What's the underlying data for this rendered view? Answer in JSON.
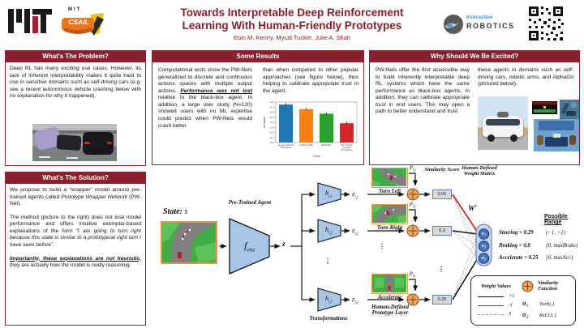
{
  "header": {
    "title_line1": "Towards Interpretable Deep Reinforcement",
    "title_line2": "Learning With Human-Friendly Prototypes",
    "authors": "Eoin M. Kenny, Mycal Tucker, Julie A. Shah",
    "csail": {
      "mit": "MIT",
      "csail": "CSAIL"
    },
    "robotics": {
      "line1": "Interactive",
      "line2": "ROBOTICS"
    }
  },
  "problem": {
    "title": "What's The Problem?",
    "body": "Deep RL has many exciting use cases. However, its lack of inherent interpretability makes it quite hard to use in sensitive domains such as self-driving cars (e.g. see a recent autonomous vehicle crashing below with no explanation for why it happened)."
  },
  "solution": {
    "title": "What's The Solution?",
    "p1_pre": "We propose to build a “wrapper” model around pre-trained agents called ",
    "p1_italic": "Prototype Wrapper Network",
    "p1_post": " (PW-Net).",
    "p2_pre": "The method (picture to the right) does not lose model performance and offers intuitive exemplar-based explanations of the form ",
    "p2_quote": "“I am going to turn right because this state is similar to a prototypical right turn I have seen before”.",
    "p3_bold": "Importantly, these explanations are not heuristic,",
    "p3_rest": " they are actually how the model is really reasoning."
  },
  "results": {
    "title": "Some Results",
    "col1_pre": "Computational tests show the PW-Nets generalized to discrete and continuous actions spaces with multiple output actions. ",
    "col1_bold": "Performance was not lost",
    "col1_post": " relative to the black-box agent. In addition, a large user study (N=120) showed users with no ML expertise could predict when PW-Nets would crash better",
    "col2_pre": "than when compared to other popular approaches (see figure below), thus helping to calibrate ",
    "col2_italic": "appropriate",
    "col2_post": " trust in the agent."
  },
  "excited": {
    "title": "Why Should We Be Excited?",
    "col1_pre": "PW-Nets offer the first accessible way to build inherently interpretable deep RL systems which have the same performance as black-box agents. In addition, they can calibrate ",
    "col1_italic": "appropriate trust",
    "col1_post": " in end users. This may open a path to better understand and trust",
    "col2": "these agents in domains such as self-driving cars, robotic arms, and AlphaGo (pictured below)."
  },
  "chart_data": {
    "type": "bar",
    "title": "",
    "categories": [
      "Human Friendly Prototypes",
      "Training Data",
      "Black Box",
      "Non Human Friendly Prototypes"
    ],
    "values": [
      0.75,
      0.66,
      0.57,
      0.38
    ],
    "errors": [
      0.03,
      0.02,
      0.02,
      0.03
    ],
    "colors": [
      "#1f77b4",
      "#ff7f0e",
      "#2ca02c",
      "#d62728"
    ],
    "xlabel": "Group",
    "ylabel": "Accuracy",
    "ylim": [
      0,
      0.8
    ],
    "yticks": [
      0,
      0.1,
      0.2,
      0.3,
      0.4,
      0.5,
      0.6,
      0.7,
      0.8
    ],
    "legend_position": "none",
    "grid": false
  },
  "diagram": {
    "state_word": "State:",
    "state_var": "s",
    "pretrained": "Pre-Trained Agent",
    "f_base": "f",
    "f_sub": "enc",
    "z": "z",
    "h_base": "h",
    "z_base": "z",
    "p_base": "p",
    "sub": "i,j",
    "rows": [
      {
        "proto": "Turn Left",
        "score": "0.01"
      },
      {
        "proto": "Turn Right",
        "score": "0.3"
      },
      {
        "proto": "Accelerate",
        "score": "0.25"
      }
    ],
    "similarity_score": "Similarity Score",
    "weight_matrix": "Human Defined Weight Matrix",
    "w": "W′",
    "dots": "⋮",
    "transformations": "Transformations",
    "prototype_layer": "Human-Defined Prototype Layer",
    "possible_range": "Possible Range",
    "outputs": [
      {
        "label": "Steering = 0.29",
        "range": "(−1, +1)",
        "sigma": "σ₁"
      },
      {
        "label": "Braking = 0.0",
        "range": "[0, maxBrake)",
        "sigma": "σ₂"
      },
      {
        "label": "Accelerate = 0.25",
        "range": "[0, maxAcc)",
        "sigma": "σ₂"
      }
    ],
    "legend": {
      "title": "Weight Values",
      "items": [
        {
          "label": "+1"
        },
        {
          "label": "-1"
        },
        {
          "label": "0"
        }
      ],
      "sim_fn": "Similarity Function",
      "sigma1": "σ₁",
      "sigma1_fn": "Tanh(.)",
      "sigma2": "σ₂",
      "sigma2_fn": "ReLU(.)"
    },
    "colors": {
      "maroon": "#8a202e",
      "trapezoid": "#a9c6e8",
      "plus_circle": "#f0a460",
      "sigma_node": "#4472c4",
      "proto_border": "#e8973f",
      "red_weight": "#e01010"
    }
  }
}
